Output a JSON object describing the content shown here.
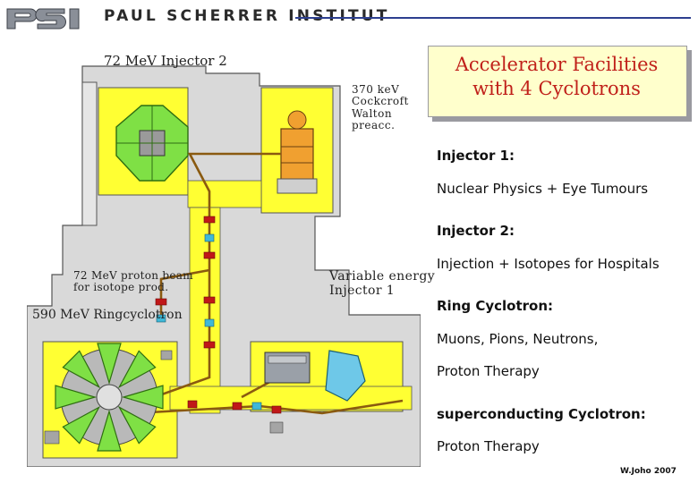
{
  "header": {
    "logo_text": "PSI",
    "institute": "PAUL SCHERRER INSTITUT"
  },
  "diagram_labels": {
    "injector2": "72 MeV Injector 2",
    "cockcroft": [
      "370 keV",
      "Cockcroft",
      "Walton",
      "preacc."
    ],
    "proton_beam": [
      "72 MeV proton beam",
      "for isotope prod."
    ],
    "ringcyclotron": "590 MeV Ringcyclotron",
    "variable_energy": [
      "Variable energy",
      "Injector 1"
    ]
  },
  "title_box": {
    "line1": "Accelerator Facilities",
    "line2": "with 4 Cyclotrons"
  },
  "panel": [
    {
      "kind": "heading",
      "text": "Injector 1:"
    },
    {
      "kind": "text",
      "text": "Nuclear Physics + Eye Tumours"
    },
    {
      "kind": "heading",
      "text": "Injector 2:"
    },
    {
      "kind": "text",
      "text": "Injection + Isotopes for Hospitals"
    },
    {
      "kind": "heading",
      "text": "Ring Cyclotron:"
    },
    {
      "kind": "text",
      "text": "Muons, Pions, Neutrons,"
    },
    {
      "kind": "text",
      "text": "Proton Therapy"
    },
    {
      "kind": "heading",
      "text": "superconducting Cyclotron:"
    },
    {
      "kind": "text",
      "text": "Proton Therapy"
    }
  ],
  "credit": "W.Joho 2007",
  "colors": {
    "hall_yellow": "#ffff33",
    "wall_gray": "#d9d9d9",
    "cyclotron_green": "#7fe045",
    "beamline_brown": "#8a5a10",
    "magnet_red": "#c01818",
    "title_red": "#c0201a",
    "title_fill": "#ffffcc"
  }
}
